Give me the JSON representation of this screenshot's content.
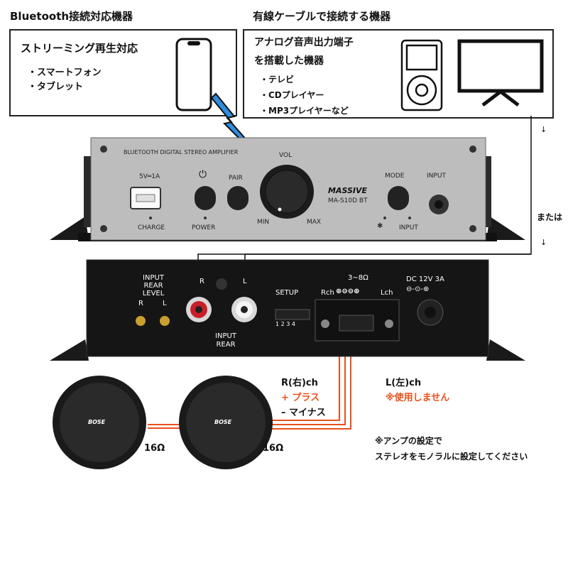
{
  "headers": {
    "bluetooth": "Bluetooth接続対応機器",
    "wired": "有線ケーブルで接続する機器"
  },
  "bt_box": {
    "title": "ストリーミング再生対応",
    "items": [
      "・スマートフォン",
      "・タブレット"
    ]
  },
  "wired_box": {
    "title_line1": "アナログ音声出力端子",
    "title_line2": "を搭載した機器",
    "items": [
      "・テレビ",
      "・CDプレイヤー",
      "・MP3プレイヤーなど"
    ]
  },
  "or_label": "または",
  "front_panel": {
    "model_text": "BLUETOOTH DIGITAL STEREO AMPLIFIER",
    "usb_rating": "5V═1A",
    "charge": "CHARGE",
    "power": "POWER",
    "pair": "PAIR",
    "vol": "VOL",
    "min": "MIN",
    "max": "MAX",
    "brand": "MASSIVE",
    "model": "MA-S10D BT",
    "mode": "MODE",
    "input_top": "INPUT",
    "input_bottom": "INPUT"
  },
  "rear_panel": {
    "input_rear_level": [
      "INPUT",
      "REAR",
      "LEVEL"
    ],
    "r": "R",
    "l": "L",
    "rca_r": "R",
    "rca_l": "L",
    "input_rear": [
      "INPUT",
      "REAR"
    ],
    "setup": "SETUP",
    "dip_nums": "1 2 3 4",
    "impedance": "3~8Ω",
    "rch": "Rch",
    "lch": "Lch",
    "dc": "DC 12V 3A"
  },
  "speakers": {
    "brand": "BOSE",
    "impedance_left": "16Ω",
    "impedance_right": "16Ω"
  },
  "wiring": {
    "rch": "R(右)ch",
    "plus": "+ プラス",
    "minus": "– マイナス",
    "lch": "L(左)ch",
    "unused": "※使用しません"
  },
  "note": {
    "line1": "※アンプの設定で",
    "line2": "ステレオをモノラルに設定してください"
  },
  "colors": {
    "accent_orange": "#e8501c",
    "bluetooth_blue": "#2e8ddf"
  }
}
